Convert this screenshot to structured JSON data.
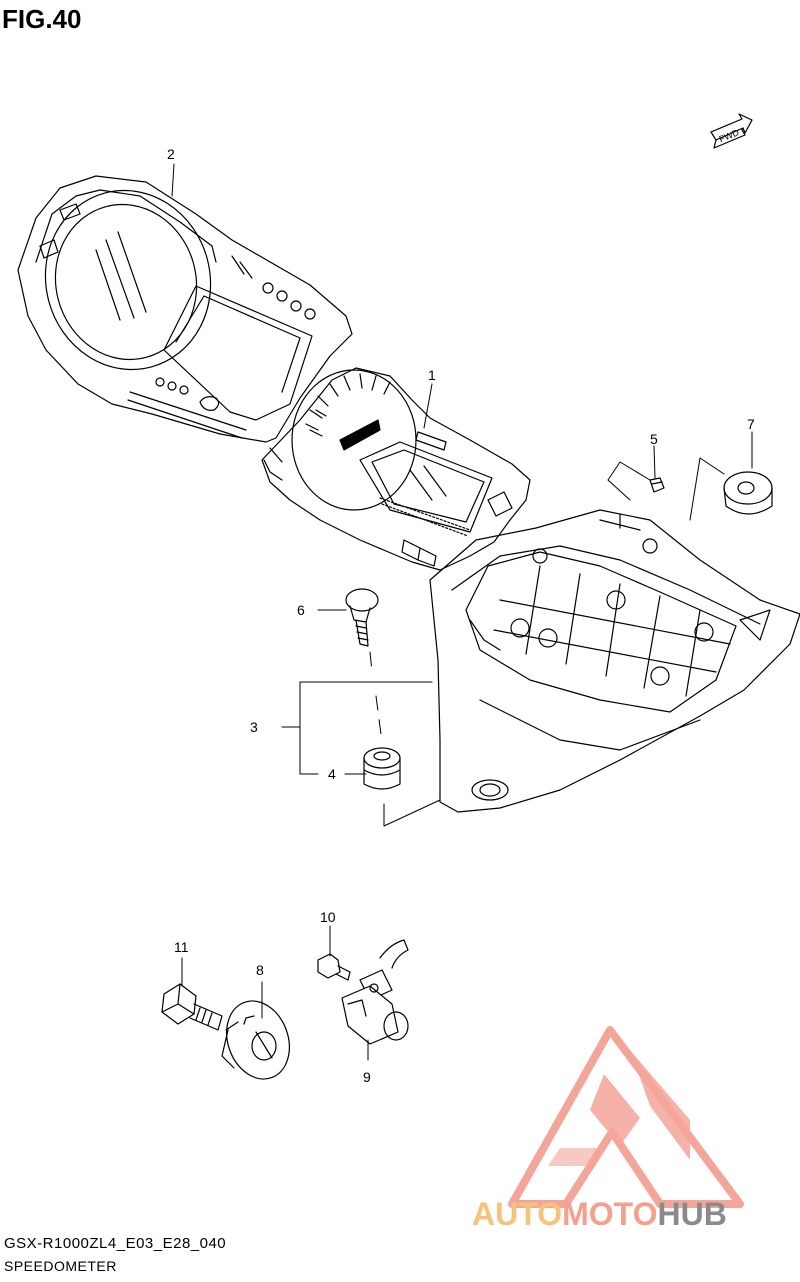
{
  "figure": {
    "title": "FIG.40"
  },
  "footer": {
    "model_code": "GSX-R1000ZL4_E03_E28_040",
    "section": "SPEEDOMETER"
  },
  "watermark": {
    "parts": [
      "AUTO",
      "MOTO",
      "HUB"
    ],
    "colors": {
      "logo": "#f4a59a",
      "auto": "#f6c27c",
      "moto": "#f3a08c",
      "hub": "#8a8a8a"
    }
  },
  "fwd_arrow": {
    "label": "FWD"
  },
  "callouts": [
    {
      "id": "2",
      "label": "2"
    },
    {
      "id": "1",
      "label": "1"
    },
    {
      "id": "5",
      "label": "5"
    },
    {
      "id": "7",
      "label": "7"
    },
    {
      "id": "6",
      "label": "6"
    },
    {
      "id": "3",
      "label": "3"
    },
    {
      "id": "4",
      "label": "4"
    },
    {
      "id": "10",
      "label": "10"
    },
    {
      "id": "11",
      "label": "11"
    },
    {
      "id": "8",
      "label": "8"
    },
    {
      "id": "9",
      "label": "9"
    }
  ]
}
